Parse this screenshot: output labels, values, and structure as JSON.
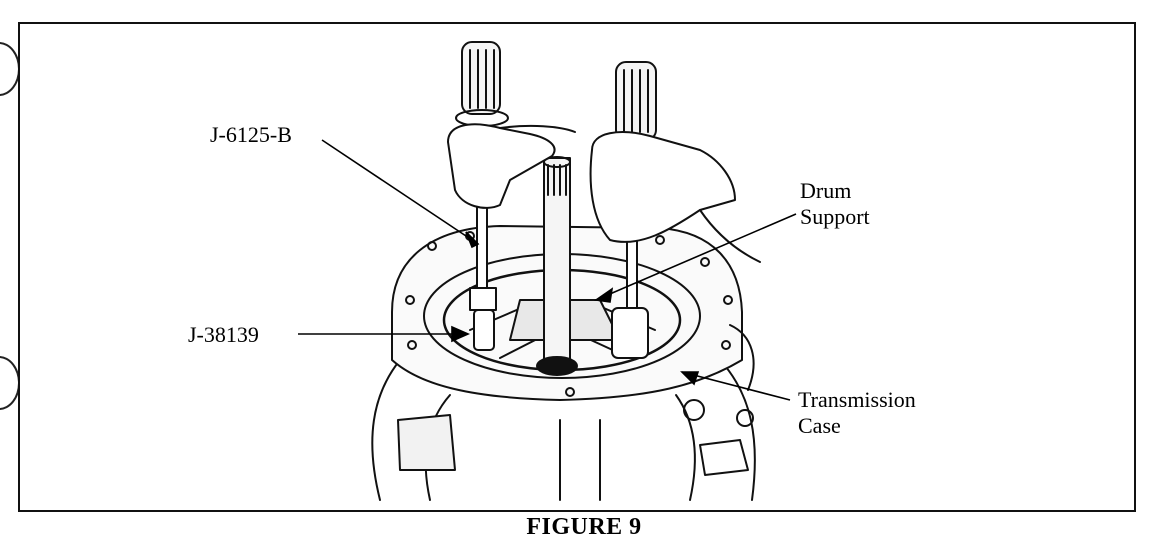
{
  "figure": {
    "caption": "FIGURE 9",
    "labels": {
      "tool_a": "J-6125-B",
      "drum_support_line1": "Drum",
      "drum_support_line2": "Support",
      "tool_b": "J-38139",
      "case_line1": "Transmission",
      "case_line2": "Case"
    }
  },
  "colors": {
    "ink": "#000000",
    "paper": "#ffffff"
  }
}
